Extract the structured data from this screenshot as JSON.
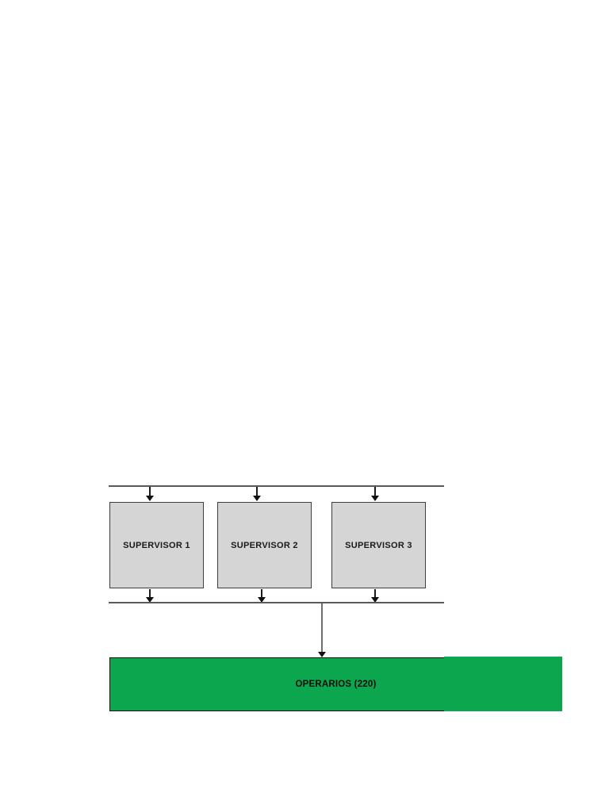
{
  "diagram": {
    "supervisors": [
      {
        "label": "SUPERVISOR 1"
      },
      {
        "label": "SUPERVISOR 2"
      },
      {
        "label": "SUPERVISOR 3"
      }
    ],
    "operators": {
      "label": "OPERARIOS (220)"
    },
    "colors": {
      "supervisor_box_fill": "#d5d5d5",
      "supervisor_box_border": "#3f3f3f",
      "operators_box_fill": "#0ca64f",
      "operators_box_border": "#101010",
      "connector_line": "#595959",
      "arrow": "#111111",
      "label_text": "#1a1a1a"
    }
  }
}
